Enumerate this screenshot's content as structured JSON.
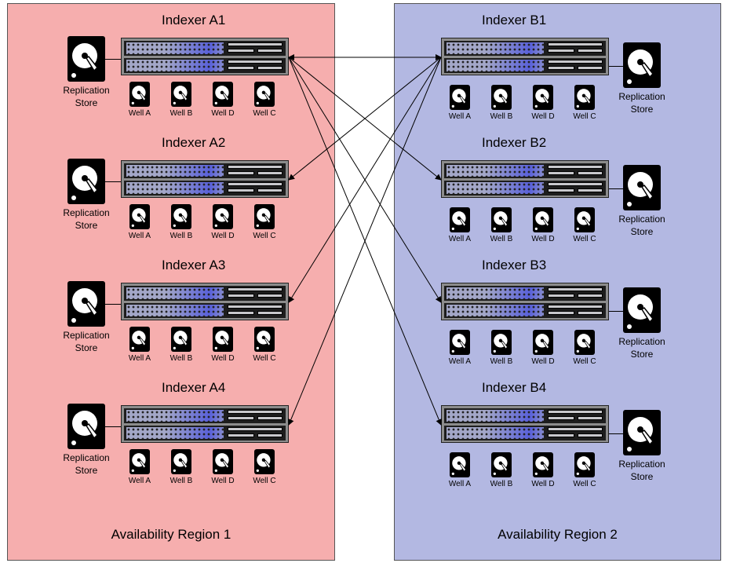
{
  "regions": [
    {
      "title": "Availability Region 1",
      "color": "#f6aeae",
      "indexers": [
        {
          "name": "Indexer A1",
          "store": [
            "Replication",
            "Store"
          ],
          "wells": [
            "Well A",
            "Well B",
            "Well D",
            "Well C"
          ]
        },
        {
          "name": "Indexer A2",
          "store": [
            "Replication",
            "Store"
          ],
          "wells": [
            "Well A",
            "Well B",
            "Well D",
            "Well C"
          ]
        },
        {
          "name": "Indexer A3",
          "store": [
            "Replication",
            "Store"
          ],
          "wells": [
            "Well A",
            "Well B",
            "Well D",
            "Well C"
          ]
        },
        {
          "name": "Indexer A4",
          "store": [
            "Replication",
            "Store"
          ],
          "wells": [
            "Well A",
            "Well B",
            "Well D",
            "Well C"
          ]
        }
      ]
    },
    {
      "title": "Availability Region 2",
      "color": "#b3b8e2",
      "indexers": [
        {
          "name": "Indexer B1",
          "store": [
            "Replication",
            "Store"
          ],
          "wells": [
            "Well A",
            "Well B",
            "Well D",
            "Well C"
          ]
        },
        {
          "name": "Indexer B2",
          "store": [
            "Replication",
            "Store"
          ],
          "wells": [
            "Well A",
            "Well B",
            "Well D",
            "Well C"
          ]
        },
        {
          "name": "Indexer B3",
          "store": [
            "Replication",
            "Store"
          ],
          "wells": [
            "Well A",
            "Well B",
            "Well D",
            "Well C"
          ]
        },
        {
          "name": "Indexer B4",
          "store": [
            "Replication",
            "Store"
          ],
          "wells": [
            "Well A",
            "Well B",
            "Well D",
            "Well C"
          ]
        }
      ]
    }
  ],
  "connections": [
    {
      "from": "Indexer A1",
      "to": "Indexer B1",
      "bidirectional": true
    },
    {
      "from": "Indexer A1",
      "to": "Indexer B2"
    },
    {
      "from": "Indexer A1",
      "to": "Indexer B3"
    },
    {
      "from": "Indexer A1",
      "to": "Indexer B4"
    },
    {
      "from": "Indexer B1",
      "to": "Indexer A2"
    },
    {
      "from": "Indexer B1",
      "to": "Indexer A3"
    },
    {
      "from": "Indexer B1",
      "to": "Indexer A4"
    }
  ]
}
